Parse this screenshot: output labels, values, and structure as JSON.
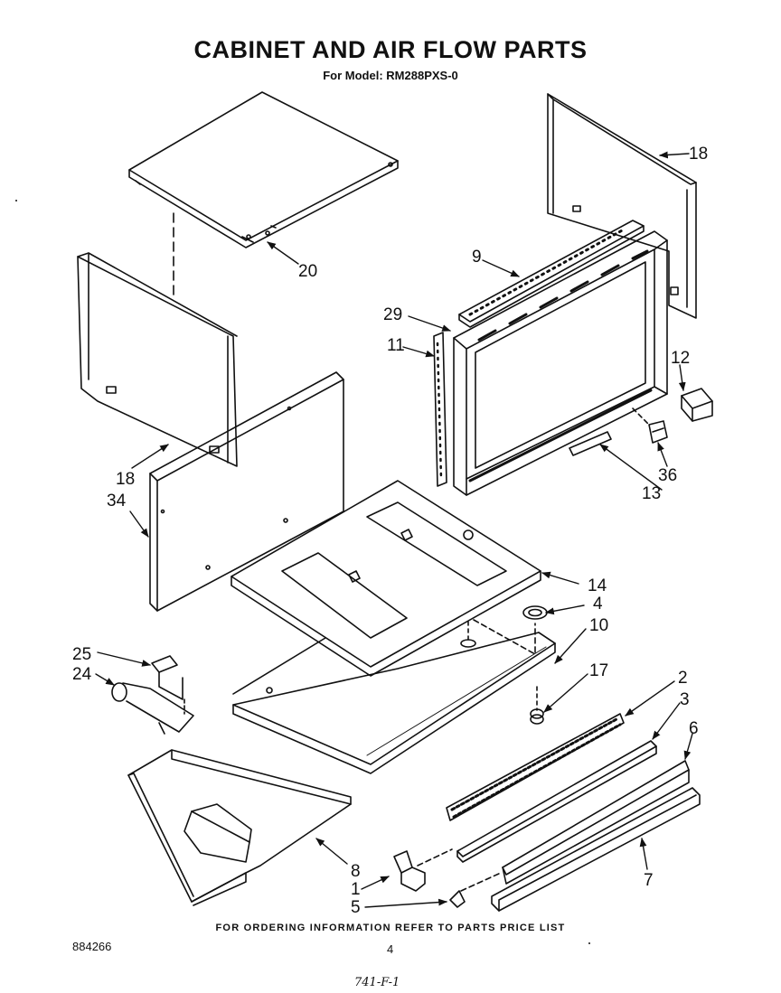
{
  "title": "CABINET AND AIR FLOW PARTS",
  "subtitle": "For Model: RM288PXS-0",
  "footer_note": "FOR ORDERING INFORMATION REFER TO PARTS PRICE LIST",
  "document_number": "884266",
  "page_number": "4",
  "handwritten_note": "741-F-1",
  "callouts": {
    "c20": "20",
    "c18_top": "18",
    "c9": "9",
    "c29": "29",
    "c11": "11",
    "c12": "12",
    "c18_left": "18",
    "c34": "34",
    "c36": "36",
    "c13": "13",
    "c14": "14",
    "c4": "4",
    "c10": "10",
    "c25": "25",
    "c24": "24",
    "c17": "17",
    "c2": "2",
    "c3": "3",
    "c6": "6",
    "c8": "8",
    "c1": "1",
    "c5": "5",
    "c7": "7"
  }
}
